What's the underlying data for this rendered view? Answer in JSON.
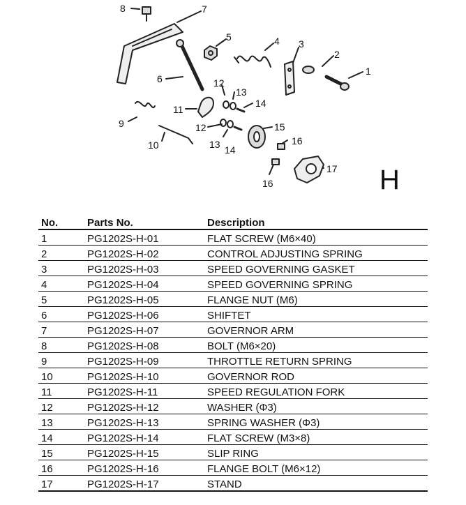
{
  "diagram": {
    "section_letter": "H",
    "callouts": [
      "1",
      "2",
      "3",
      "4",
      "5",
      "6",
      "7",
      "8",
      "9",
      "10",
      "11",
      "12",
      "12",
      "13",
      "13",
      "14",
      "14",
      "15",
      "16",
      "16",
      "17"
    ]
  },
  "table": {
    "headers": [
      "No.",
      "Parts No.",
      "Description"
    ],
    "rows": [
      [
        "1",
        "PG1202S-H-01",
        "FLAT SCREW (M6×40)"
      ],
      [
        "2",
        "PG1202S-H-02",
        "CONTROL ADJUSTING SPRING"
      ],
      [
        "3",
        "PG1202S-H-03",
        "SPEED GOVERNING GASKET"
      ],
      [
        "4",
        "PG1202S-H-04",
        "SPEED GOVERNING SPRING"
      ],
      [
        "5",
        "PG1202S-H-05",
        "FLANGE NUT (M6)"
      ],
      [
        "6",
        "PG1202S-H-06",
        "SHIFTET"
      ],
      [
        "7",
        "PG1202S-H-07",
        "GOVERNOR ARM"
      ],
      [
        "8",
        "PG1202S-H-08",
        "BOLT (M6×20)"
      ],
      [
        "9",
        "PG1202S-H-09",
        "THROTTLE RETURN SPRING"
      ],
      [
        "10",
        "PG1202S-H-10",
        "GOVERNOR ROD"
      ],
      [
        "11",
        "PG1202S-H-11",
        "SPEED REGULATION FORK"
      ],
      [
        "12",
        "PG1202S-H-12",
        "WASHER (Φ3)"
      ],
      [
        "13",
        "PG1202S-H-13",
        "SPRING WASHER (Φ3)"
      ],
      [
        "14",
        "PG1202S-H-14",
        "FLAT SCREW (M3×8)"
      ],
      [
        "15",
        "PG1202S-H-15",
        "SLIP RING"
      ],
      [
        "16",
        "PG1202S-H-16",
        "FLANGE BOLT (M6×12)"
      ],
      [
        "17",
        "PG1202S-H-17",
        "STAND"
      ]
    ]
  }
}
